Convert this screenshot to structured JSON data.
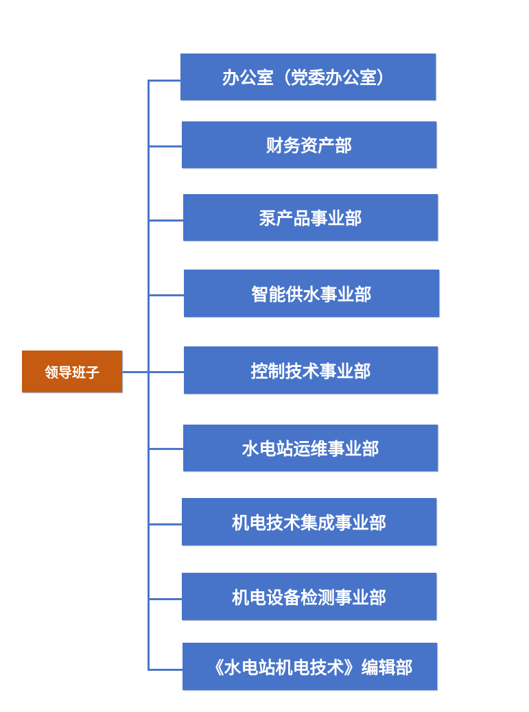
{
  "root": {
    "label": "领导班子",
    "color": "#c55a11"
  },
  "departments_color": "#4774c9",
  "departments": [
    {
      "label": "办公室（党委办公室）"
    },
    {
      "label": "财务资产部"
    },
    {
      "label": "泵产品事业部"
    },
    {
      "label": "智能供水事业部"
    },
    {
      "label": "控制技术事业部"
    },
    {
      "label": "水电站运维事业部"
    },
    {
      "label": "机电技术集成事业部"
    },
    {
      "label": "机电设备检测事业部"
    },
    {
      "label": "《水电站机电技术》编辑部"
    }
  ]
}
